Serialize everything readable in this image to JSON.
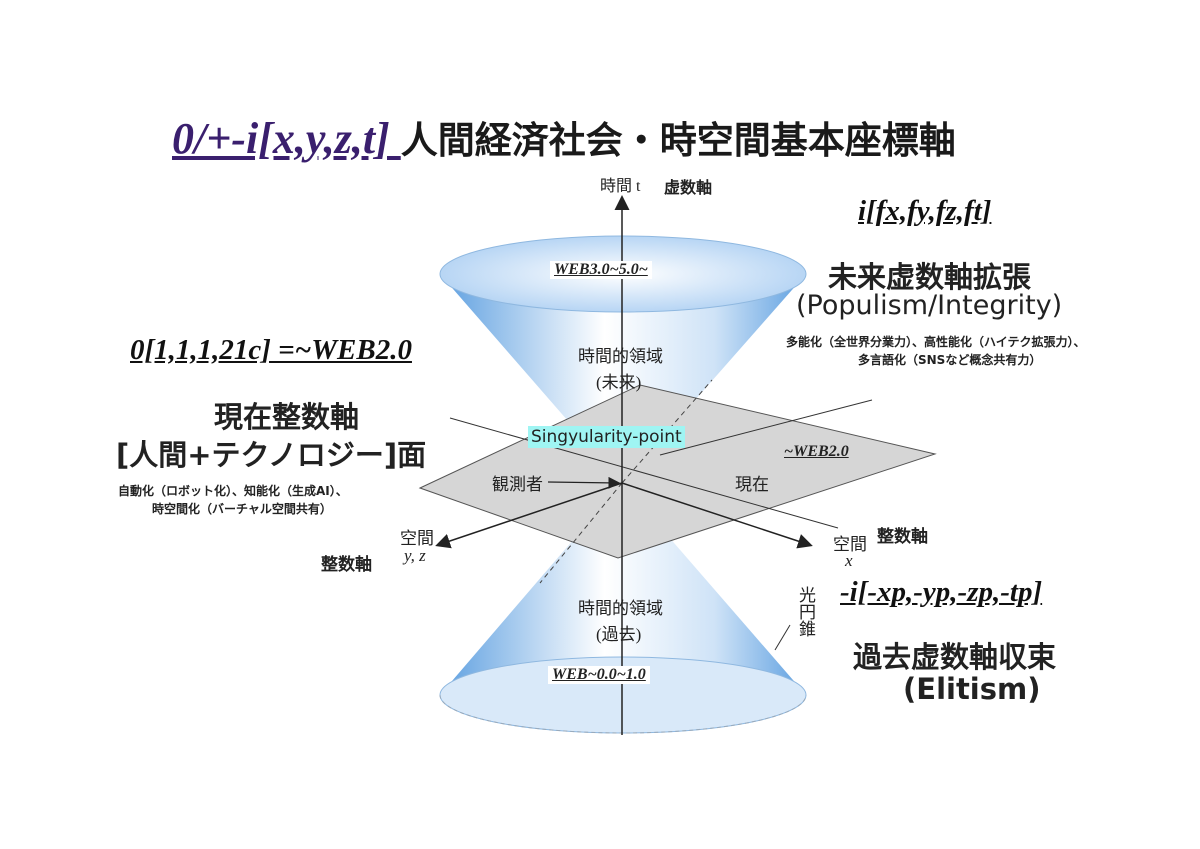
{
  "title": {
    "formula": "0/+-i[x,y,z,t] ",
    "text": "人間経済社会・時空間基本座標軸"
  },
  "axes": {
    "time_label": "時間 t",
    "time_tag": "虚数軸",
    "space_x_label": "空間",
    "space_x_var": "x",
    "space_x_tag": "整数軸",
    "space_yz_label": "空間",
    "space_yz_var": "y, z",
    "space_yz_tag": "整数軸"
  },
  "cone": {
    "future_web": "WEB3.0~5.0~",
    "future_region_1": "時間的領域",
    "future_region_2": "(未来)",
    "past_web": "WEB~0.0~1.0",
    "past_region_1": "時間的領域",
    "past_region_2": "(過去)",
    "light_cone_label": "光円錐",
    "singularity": "Singyularity-point",
    "observer": "観測者",
    "present": "現在",
    "plane_web": "~WEB2.0"
  },
  "future_block": {
    "formula": "i[fx,fy,fz,ft]",
    "heading": "未来虚数軸拡張",
    "sub": "(Populism/Integrity)",
    "desc_1": "多能化（全世界分業力）、高性能化（ハイテク拡張力）、",
    "desc_2": "多言語化（SNSなど概念共有力）"
  },
  "present_block": {
    "formula": "0[1,1,1,21c] =~WEB2.0",
    "heading_1": "現在整数軸",
    "heading_2": "[人間+テクノロジー]面",
    "desc_1": "自動化（ロボット化）、知能化（生成AI）、",
    "desc_2": "時空間化（バーチャル空間共有）"
  },
  "past_block": {
    "formula": "-i[-xp,-yp,-zp,-tp]",
    "heading": "過去虚数軸収束",
    "sub": "(Elitism)"
  },
  "colors": {
    "title_formula": "#3a1f6e",
    "cone_blue": "#7fb6ea",
    "plane_gray": "#d6d6d6",
    "singularity_bg": "#9ff5f3"
  }
}
